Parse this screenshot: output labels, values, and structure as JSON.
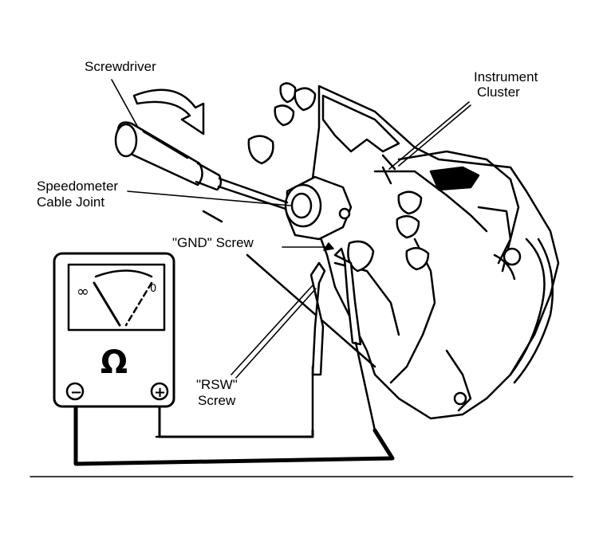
{
  "labels": {
    "screwdriver": "Screwdriver",
    "instrument_cluster": [
      "Instrument",
      "Cluster"
    ],
    "speedometer_cable_joint": [
      "Speedometer",
      "Cable Joint"
    ],
    "gnd_screw": "\"GND\" Screw",
    "rsw_screw": [
      "\"RSW\"",
      "Screw"
    ]
  },
  "meter": {
    "scale_left": "∞",
    "scale_right": "0",
    "unit_symbol": "Ω",
    "minus_terminal": "−",
    "plus_terminal": "+"
  },
  "colors": {
    "ink": "#000000",
    "paper": "#ffffff"
  }
}
